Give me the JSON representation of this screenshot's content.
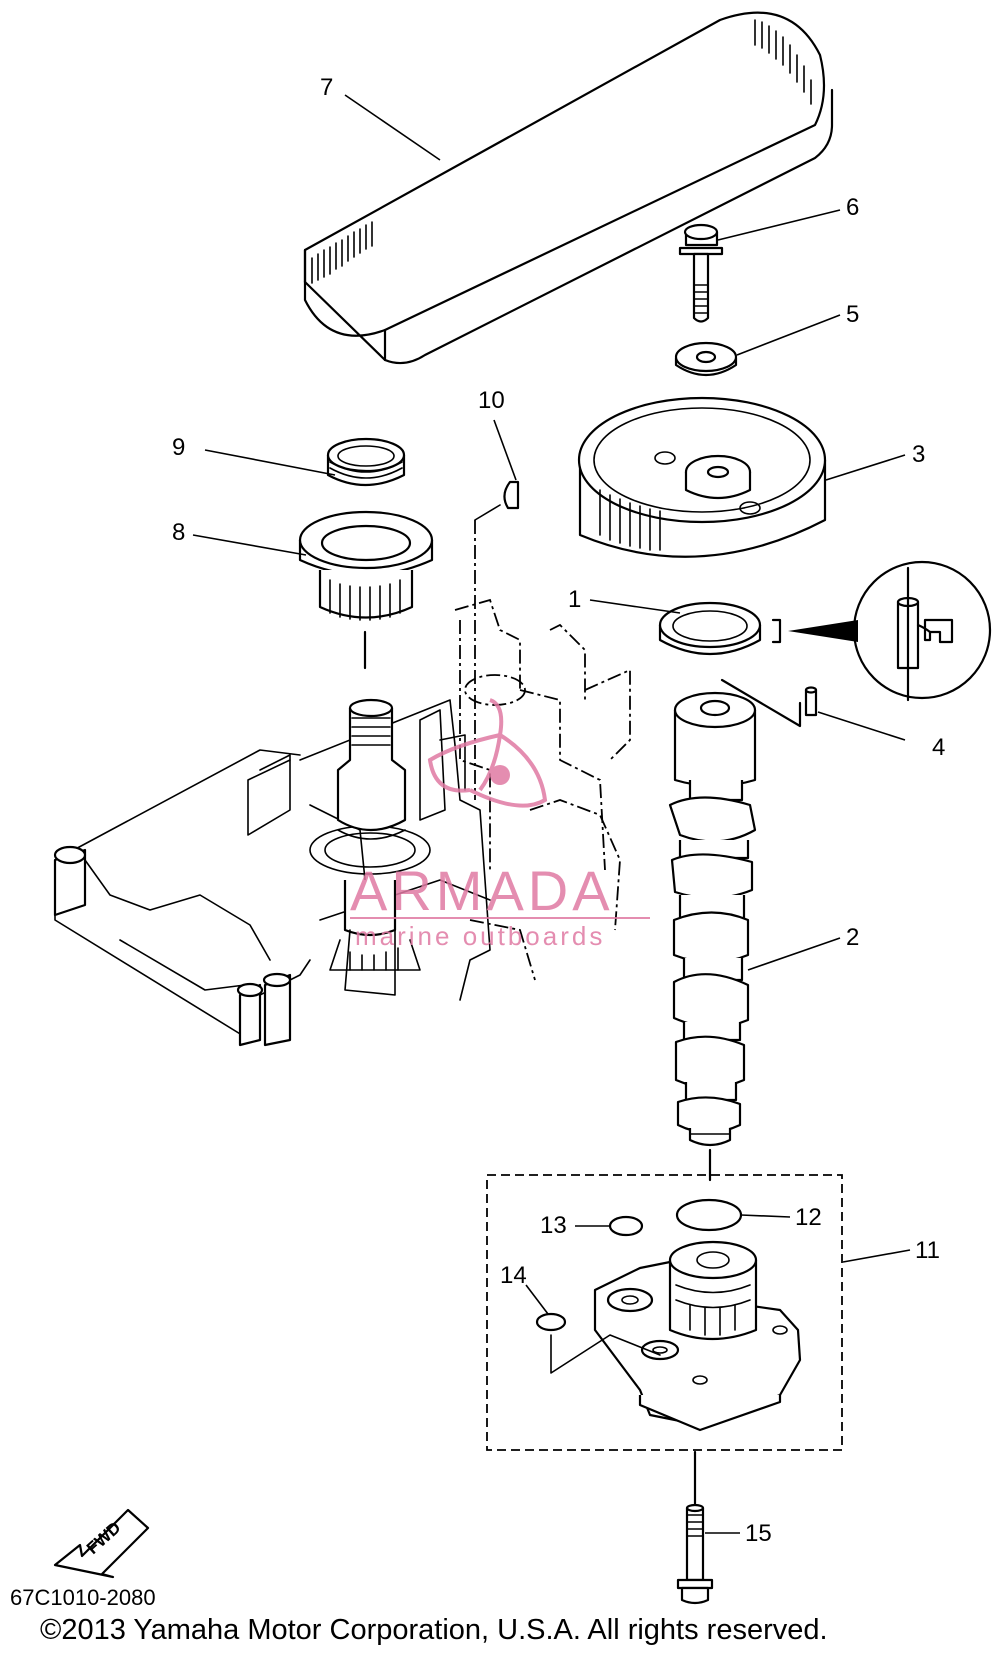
{
  "diagram_code": "67C1010-2080",
  "copyright": "©2013 Yamaha Motor Corporation, U.S.A. All rights reserved.",
  "direction_label": "FWD",
  "watermark": {
    "brand": "ARMADA",
    "tagline": "marine outboards",
    "color": "#e07aa3"
  },
  "callouts": [
    "1",
    "2",
    "3",
    "4",
    "5",
    "6",
    "7",
    "8",
    "9",
    "10",
    "11",
    "12",
    "13",
    "14",
    "15"
  ]
}
